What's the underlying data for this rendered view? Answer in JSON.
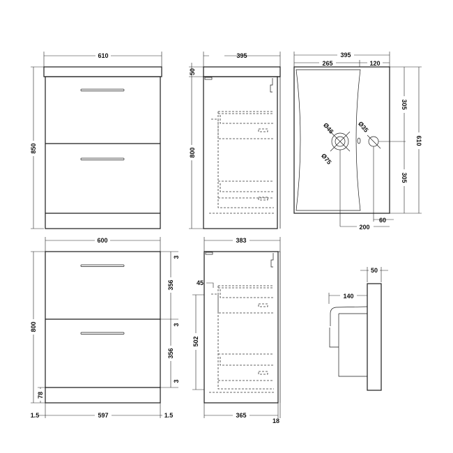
{
  "units": "mm",
  "front_view_top": {
    "width": "610",
    "height": "850"
  },
  "side_view_top": {
    "depth": "395",
    "top_thickness": "50",
    "body_height": "800"
  },
  "basin_plan": {
    "width": "395",
    "left": "265",
    "right": "120",
    "half_upper": "305",
    "half_lower": "305",
    "length": "610",
    "waste_inner": "Ø46",
    "waste_outer": "Ø75",
    "tap_hole": "Ø35",
    "tap_offset": "60",
    "waste_offset": "200"
  },
  "front_view_bottom": {
    "width": "600",
    "height": "800",
    "gap_top": "3",
    "drawer1": "356",
    "gap_mid": "3",
    "drawer2": "356",
    "gap_bottom": "3",
    "plinth": "78",
    "side_left": "1.5",
    "inner_width": "597",
    "side_right": "1.5"
  },
  "side_view_bottom": {
    "depth": "383",
    "offset": "45",
    "drawer_height": "502",
    "body_depth": "365",
    "door": "18"
  },
  "basin_profile": {
    "top": "50",
    "projection": "140"
  }
}
